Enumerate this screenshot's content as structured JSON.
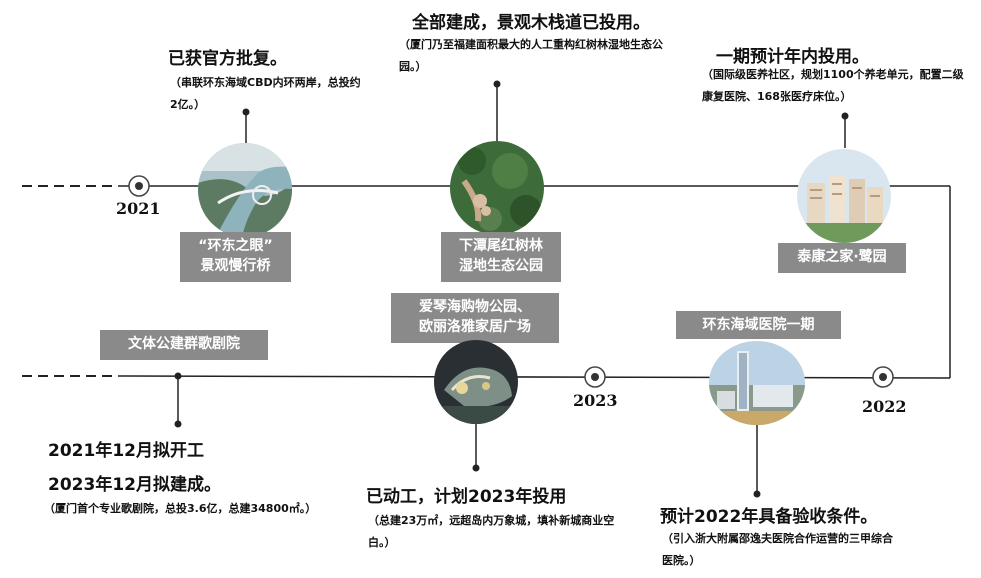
{
  "years": {
    "y2021": "2021",
    "y2023": "2023",
    "y2022": "2022"
  },
  "top_items": [
    {
      "title": "已获官方批复。",
      "desc": "（串联环东海域CBD内环两岸，总投约2亿。）",
      "tag_line1": "“环东之眼”",
      "tag_line2": "景观慢行桥"
    },
    {
      "title": "全部建成，景观木栈道已投用。",
      "desc": "（厦门乃至福建面积最大的人工重构红树林湿地生态公园。）",
      "tag_line1": "下潭尾红树林",
      "tag_line2": "湿地生态公园"
    },
    {
      "title": "一期预计年内投用。",
      "desc": "（国际级医养社区，规划1100个养老单元，配置二级康复医院、168张医疗床位。）",
      "tag_line1": "泰康之家·鹭园"
    }
  ],
  "bottom_items": [
    {
      "tag": "文体公建群歌剧院",
      "title_line1": "2021年12月拟开工",
      "title_line2": "2023年12月拟建成。",
      "desc": "（厦门首个专业歌剧院，总投3.6亿，总建34800㎡。）"
    },
    {
      "tag_line1": "爱琴海购物公园、",
      "tag_line2": "欧丽洛雅家居广场",
      "title": "已动工，计划2023年投用",
      "desc": "（总建23万㎡，远超岛内万象城，填补新城商业空白。）"
    },
    {
      "tag": "环东海域医院一期",
      "title": "预计2022年具备验收条件。",
      "desc": "（引入浙大附属邵逸夫医院合作运营的三甲综合医院。）"
    }
  ],
  "colors": {
    "tag_bg": "#8a8a8a",
    "line": "#222222"
  }
}
